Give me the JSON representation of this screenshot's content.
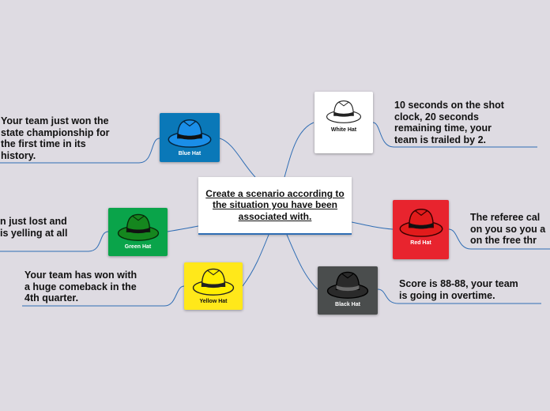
{
  "central": {
    "text": "Create a scenario according to the situation you have been associated with."
  },
  "hats": {
    "white": {
      "label": "White Hat",
      "card_color": "#ffffff",
      "hat_color": "#ffffff",
      "label_color": "#111111"
    },
    "red": {
      "label": "Red Hat",
      "card_color": "#e8242e",
      "hat_color": "#e11b1b",
      "label_color": "#ffffff"
    },
    "black": {
      "label": "Black Hat",
      "card_color": "#4a4d4d",
      "hat_color": "#2a2a2a",
      "label_color": "#ffffff"
    },
    "yellow": {
      "label": "Yellow Hat",
      "card_color": "#ffe81a",
      "hat_color": "#ffee00",
      "label_color": "#111111"
    },
    "green": {
      "label": "Green Hat",
      "card_color": "#0aa44a",
      "hat_color": "#15861e",
      "label_color": "#ffffff"
    },
    "blue": {
      "label": "Blue Hat",
      "card_color": "#0a78b8",
      "hat_color": "#1a8ee8",
      "label_color": "#ffffff"
    }
  },
  "topics": {
    "white": "10 seconds on the shot\nclock, 20 seconds\nremaining time, your\nteam is trailed by 2.",
    "red": "The referee cal\non you so you a\non the free thr",
    "black": "Score is 88-88, your team\nis going in overtime.",
    "yellow": "Your team has won with\na huge comeback in the\n4th quarter.",
    "green": "n just lost and\n is yelling at all",
    "blue": "Your team just won the\nstate championship for\nthe first time in its\nhistory."
  },
  "colors": {
    "branch_line": "#2f6db4",
    "background": "#dedbe2"
  }
}
